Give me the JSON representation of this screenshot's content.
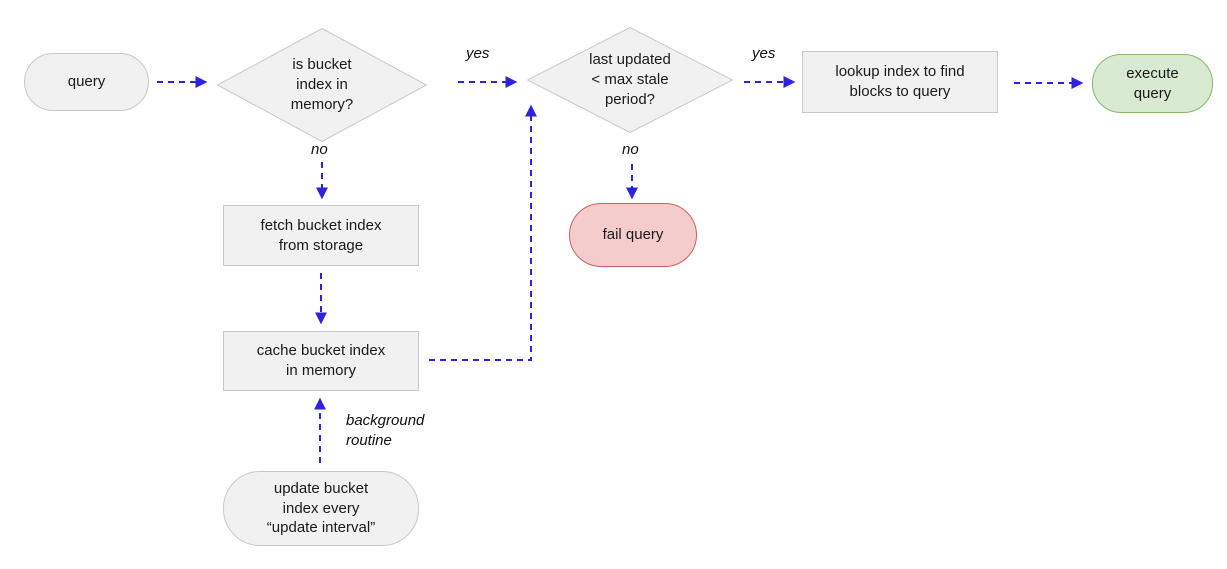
{
  "nodes": {
    "query": {
      "label": "query",
      "type": "terminal"
    },
    "decision_memory": {
      "label": "is bucket\nindex in\nmemory?",
      "type": "decision"
    },
    "decision_stale": {
      "label": "last updated\n< max stale\nperiod?",
      "type": "decision"
    },
    "lookup_index": {
      "label": "lookup index to find\nblocks to query",
      "type": "process"
    },
    "execute_query": {
      "label": "execute\nquery",
      "type": "terminal"
    },
    "fetch_index": {
      "label": "fetch bucket index\nfrom storage",
      "type": "process"
    },
    "cache_index": {
      "label": "cache bucket index\nin memory",
      "type": "process"
    },
    "fail_query": {
      "label": "fail query",
      "type": "terminal"
    },
    "update_index": {
      "label": "update bucket\nindex every\n“update interval”",
      "type": "terminal"
    }
  },
  "edge_labels": {
    "yes_memory": "yes",
    "yes_stale": "yes",
    "no_memory": "no",
    "no_stale": "no",
    "background_routine": "background\nroutine"
  },
  "colors": {
    "arrow": "#2f22dd",
    "gray_fill": "#f1f1f1",
    "gray_border": "#c8c8c8",
    "green_fill": "#d9ead3",
    "green_border": "#84b96a",
    "red_fill": "#f4cccc",
    "red_border": "#cf5f5f",
    "text": "#1a1a1a"
  }
}
